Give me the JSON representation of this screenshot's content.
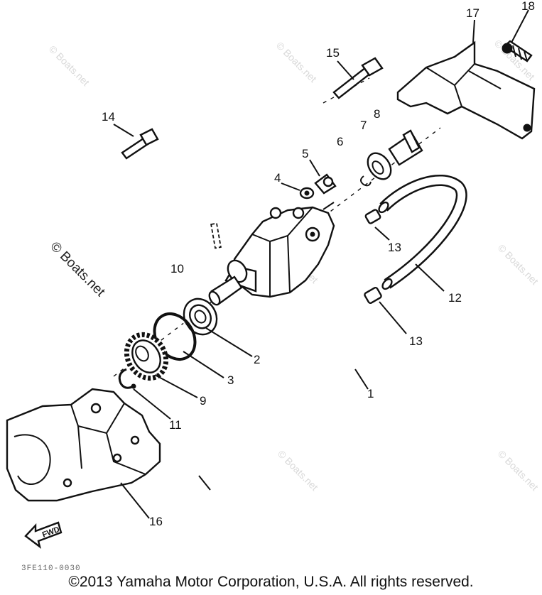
{
  "watermark": "© Boats.net",
  "copyright": "©2013 Yamaha Motor Corporation, U.S.A. All rights reserved.",
  "ref_code": "3FE110-0030",
  "fwd_label": "FWD",
  "callouts": {
    "c1": "1",
    "c2": "2",
    "c3": "3",
    "c4": "4",
    "c5": "5",
    "c6": "6",
    "c7": "7",
    "c8": "8",
    "c9": "9",
    "c10": "10",
    "c11": "11",
    "c12": "12",
    "c13a": "13",
    "c13b": "13",
    "c14": "14",
    "c15": "15",
    "c16": "16",
    "c17": "17",
    "c18": "18"
  }
}
